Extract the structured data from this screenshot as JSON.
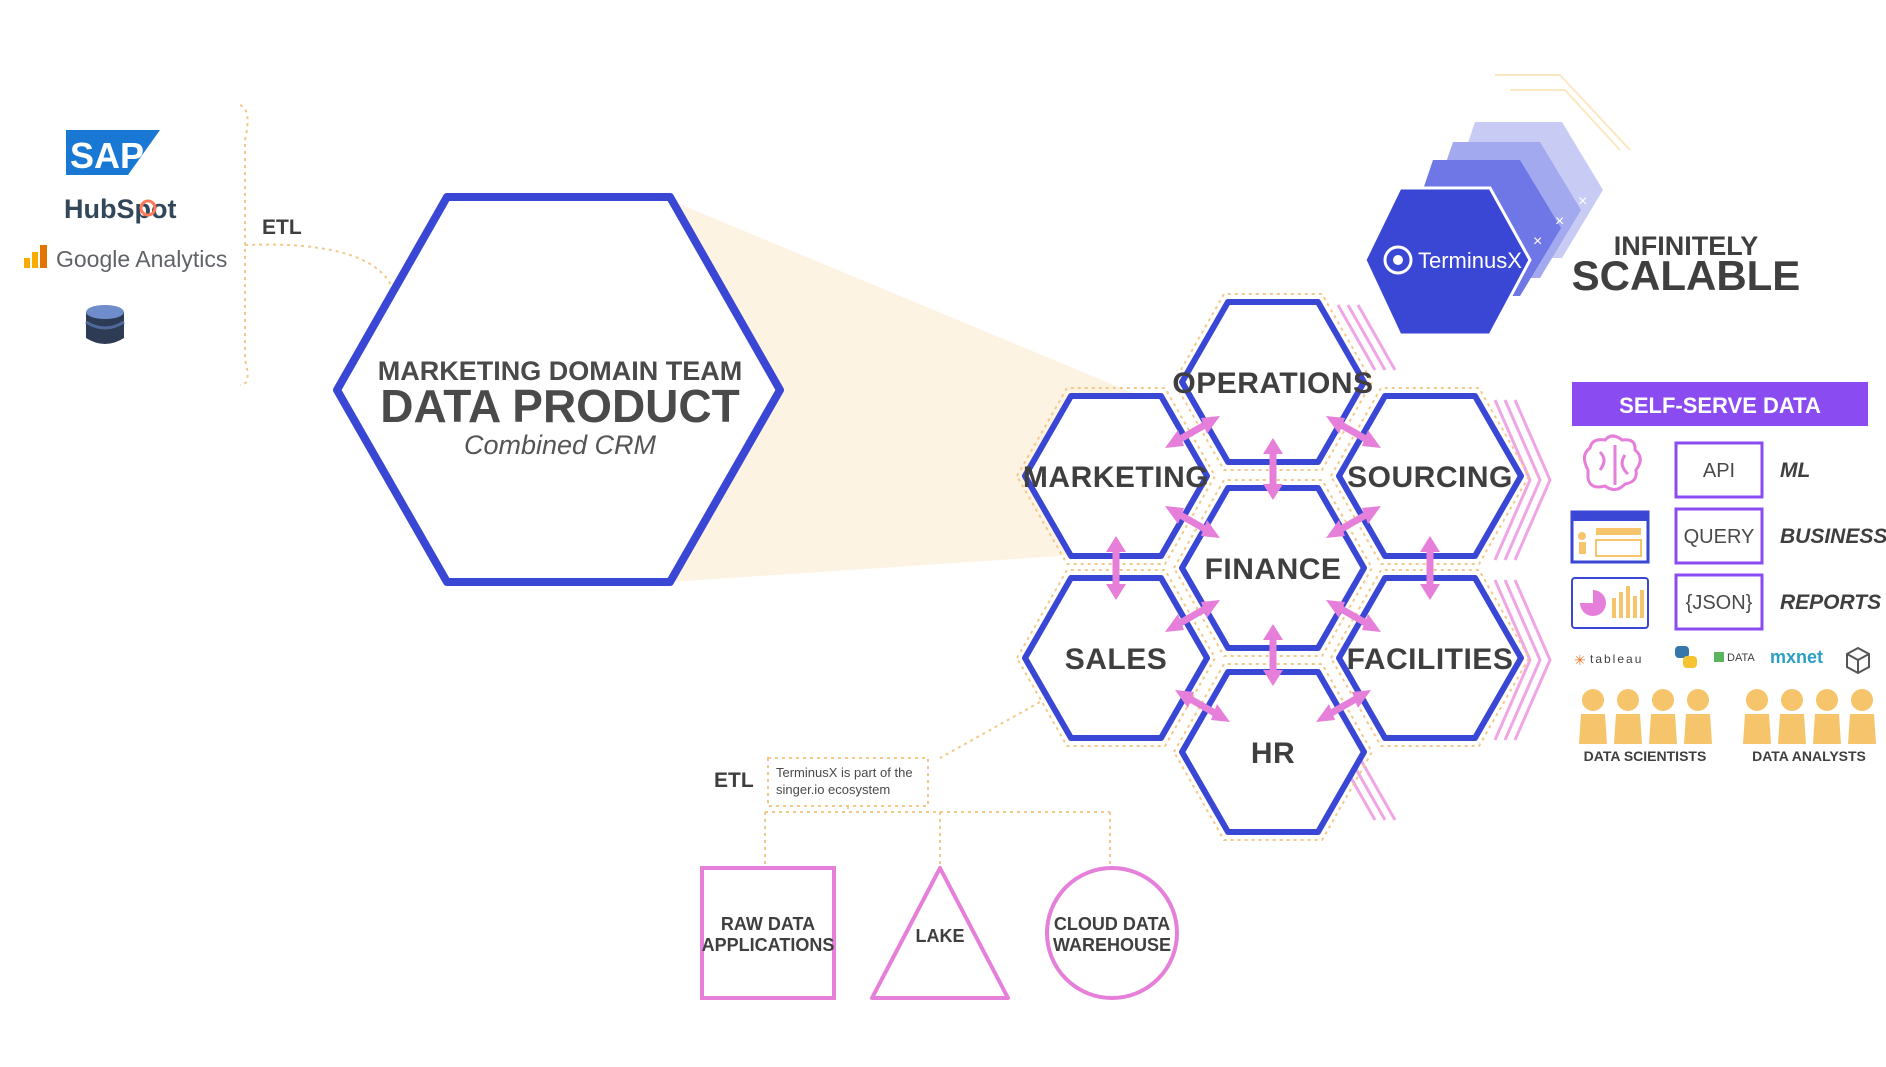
{
  "sources": {
    "sap": "SAP",
    "hubspot": "HubSpot",
    "google_analytics": "Google Analytics",
    "etl_label": "ETL"
  },
  "data_product": {
    "team": "MARKETING DOMAIN TEAM",
    "title": "DATA PRODUCT",
    "subtitle": "Combined CRM"
  },
  "domains": {
    "operations": "OPERATIONS",
    "marketing": "MARKETING",
    "sourcing": "SOURCING",
    "finance": "FINANCE",
    "sales": "SALES",
    "facilities": "FACILITIES",
    "hr": "HR"
  },
  "scaling": {
    "brand": "TerminusX",
    "line1": "INFINITELY",
    "line2": "SCALABLE"
  },
  "self_serve": {
    "header": "SELF-SERVE DATA",
    "interfaces": [
      "API",
      "QUERY",
      "{JSON}"
    ],
    "uses": [
      "ML",
      "BUSINESS",
      "REPORTS"
    ],
    "tools": [
      "tableau",
      "DATA",
      "mxnet"
    ],
    "groups": [
      "DATA SCIENTISTS",
      "DATA ANALYSTS"
    ]
  },
  "outputs": {
    "etl_label": "ETL",
    "note_line1": "TerminusX is part of the",
    "note_line2": "singer.io ecosystem",
    "raw_line1": "RAW DATA",
    "raw_line2": "APPLICATIONS",
    "lake": "LAKE",
    "cloud_line1": "CLOUD DATA",
    "cloud_line2": "WAREHOUSE"
  },
  "colors": {
    "hex_blue": "#3a46d4",
    "arrow_pink": "#e67fd9",
    "purple": "#8a4cf0",
    "cone": "#fdf3e3",
    "dotted": "#f2c98a"
  }
}
